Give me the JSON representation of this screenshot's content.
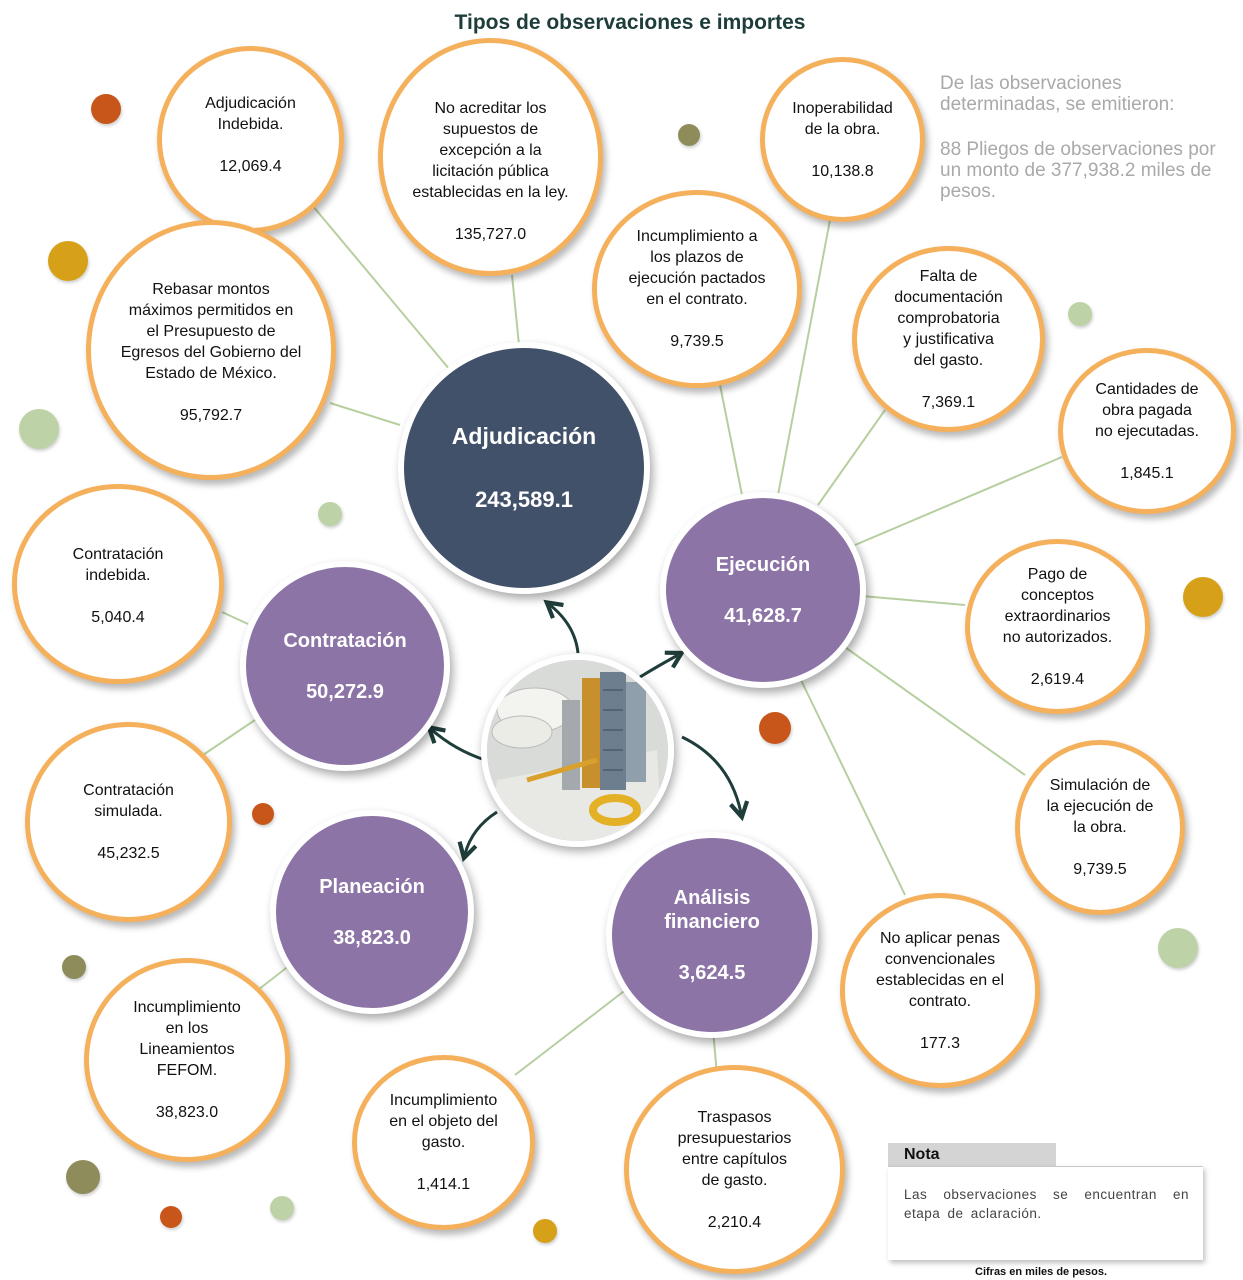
{
  "title": "Tipos de observaciones e importes",
  "hubs": [
    {
      "id": "adjudicacion",
      "label": "Adjudicación",
      "value": "243,589.1"
    },
    {
      "id": "ejecucion",
      "label": "Ejecución",
      "value": "41,628.7"
    },
    {
      "id": "contratacion",
      "label": "Contratación",
      "value": "50,272.9"
    },
    {
      "id": "planeacion",
      "label": "Planeación",
      "value": "38,823.0"
    },
    {
      "id": "analisis",
      "label": "Análisis\nfinanciero",
      "value": "3,624.5"
    }
  ],
  "observations": [
    {
      "label": "Adjudicación\nIndebida.",
      "value": "12,069.4"
    },
    {
      "label": "No acreditar los\nsupuestos de\nexcepción a la\nlicitación pública\nestablecidas en la ley.",
      "value": "135,727.0"
    },
    {
      "label": "Rebasar montos\nmáximos permitidos en\nel Presupuesto de\nEgresos del Gobierno del\nEstado de México.",
      "value": "95,792.7"
    },
    {
      "label": "Inoperabilidad\nde la obra.",
      "value": "10,138.8"
    },
    {
      "label": "Incumplimiento a\nlos plazos de\nejecución pactados\nen el contrato.",
      "value": "9,739.5"
    },
    {
      "label": "Falta de\ndocumentación\ncomprobatoria\ny justificativa\ndel gasto.",
      "value": "7,369.1"
    },
    {
      "label": "Cantidades de\nobra pagada\nno ejecutadas.",
      "value": "1,845.1"
    },
    {
      "label": "Pago de\nconceptos\nextraordinarios\nno autorizados.",
      "value": "2,619.4"
    },
    {
      "label": "Simulación de\nla ejecución de\nla obra.",
      "value": "9,739.5"
    },
    {
      "label": "No aplicar penas\nconvencionales\nestablecidas en el\ncontrato.",
      "value": "177.3"
    },
    {
      "label": "Contratación\nindebida.",
      "value": "5,040.4"
    },
    {
      "label": "Contratación\nsimulada.",
      "value": "45,232.5"
    },
    {
      "label": "Incumplimiento\nen los\nLineamientos\nFEFOM.",
      "value": "38,823.0"
    },
    {
      "label": "Incumplimiento\nen el objeto del\ngasto.",
      "value": "1,414.1"
    },
    {
      "label": "Traspasos\npresupuestarios\nentre capítulos\nde gasto.",
      "value": "2,210.4"
    }
  ],
  "summary": {
    "line1": "De las observaciones\ndeterminadas, se emitieron:",
    "line2": "88 Pliegos de observaciones por\nun monto de 377,938.2 miles de\npesos."
  },
  "note": {
    "header": "Nota",
    "body": "Las observaciones se encuentran en etapa de aclaración."
  },
  "footnote": "Cifras en miles de pesos.",
  "colors": {
    "dark_hub": "#42516a",
    "purple_hub": "#8c74a6",
    "bubble_border": "#f5b05c",
    "connector": "#b7cfa0",
    "arrow": "#1f3d3a",
    "summary_text": "#a9a9a9"
  }
}
